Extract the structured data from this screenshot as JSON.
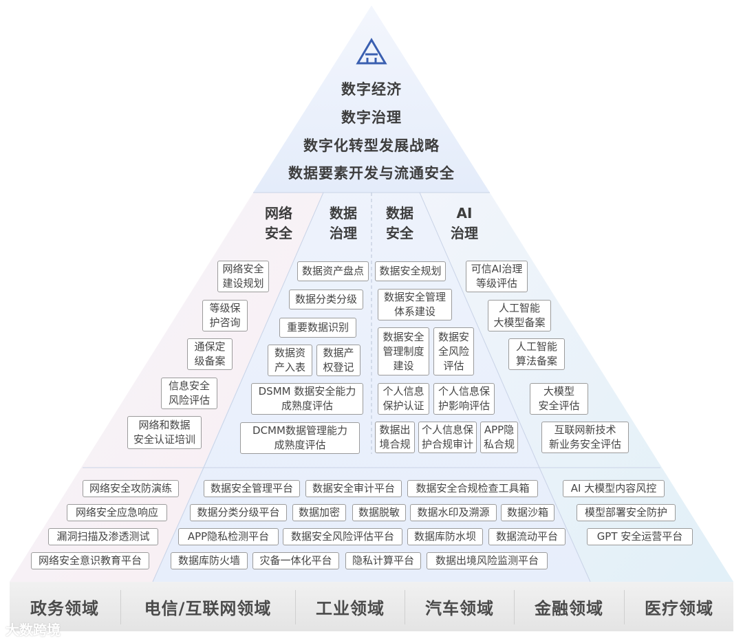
{
  "top": {
    "logo": "triangle-logo-icon",
    "lines": [
      "数字经济",
      "数字治理",
      "数字化转型发展战略",
      "数据要素开发与流通安全"
    ]
  },
  "columns": {
    "network": {
      "title": "网络\n安全",
      "items": [
        "网络安全\n建设规划",
        "等级保\n护咨询",
        "通保定\n级备案",
        "信息安全\n风险评估",
        "网络和数据\n安全认证培训"
      ]
    },
    "datagov": {
      "title": "数据\n治理",
      "items": [
        "数据资产盘点",
        "数据分类分级",
        "重要数据识别",
        "数据资\n产入表",
        "数据产\n权登记",
        "DSMM 数据安全能力\n成熟度评估",
        "DCMM数据管理能力\n成熟度评估"
      ]
    },
    "datasec": {
      "title": "数据\n安全",
      "items": [
        "数据安全规划",
        "数据安全管理\n体系建设",
        "数据安全\n管理制度\n建设",
        "数据安\n全风险\n评估",
        "个人信息\n保护认证",
        "个人信息保\n护影响评估",
        "数据出\n境合规",
        "个人信息保\n护合规审计",
        "APP隐\n私合规"
      ]
    },
    "ai": {
      "title": "AI\n治理",
      "items": [
        "可信AI治理\n等级评估",
        "人工智能\n大模型备案",
        "人工智能\n算法备案",
        "大模型\n安全评估",
        "互联网新技术\n新业务安全评估"
      ]
    }
  },
  "platforms": {
    "left": [
      "网络安全攻防演练",
      "网络安全应急响应",
      "漏洞扫描及渗透测试",
      "网络安全意识教育平台"
    ],
    "middle": [
      "数据安全管理平台",
      "数据安全审计平台",
      "数据安全合规检查工具箱",
      "数据分类分级平台",
      "数据加密",
      "数据脱敏",
      "数据水印及溯源",
      "数据沙箱",
      "APP隐私检测平台",
      "数据安全风险评估平台",
      "数据库防水坝",
      "数据流动平台",
      "数据库防火墙",
      "灾备一体化平台",
      "隐私计算平台",
      "数据出境风险监测平台"
    ],
    "right": [
      "AI 大模型内容风控",
      "模型部署安全防护",
      "GPT 安全运营平台"
    ]
  },
  "domains": [
    "政务领域",
    "电信/互联网领域",
    "工业领域",
    "汽车领域",
    "金融领域",
    "医疗领域"
  ],
  "watermark": "大数跨境",
  "colors": {
    "apex": "#eaf0fb",
    "accent": "#3a5fb0",
    "leftTint": "#fbecee",
    "rightTint": "#e6f2f8"
  }
}
